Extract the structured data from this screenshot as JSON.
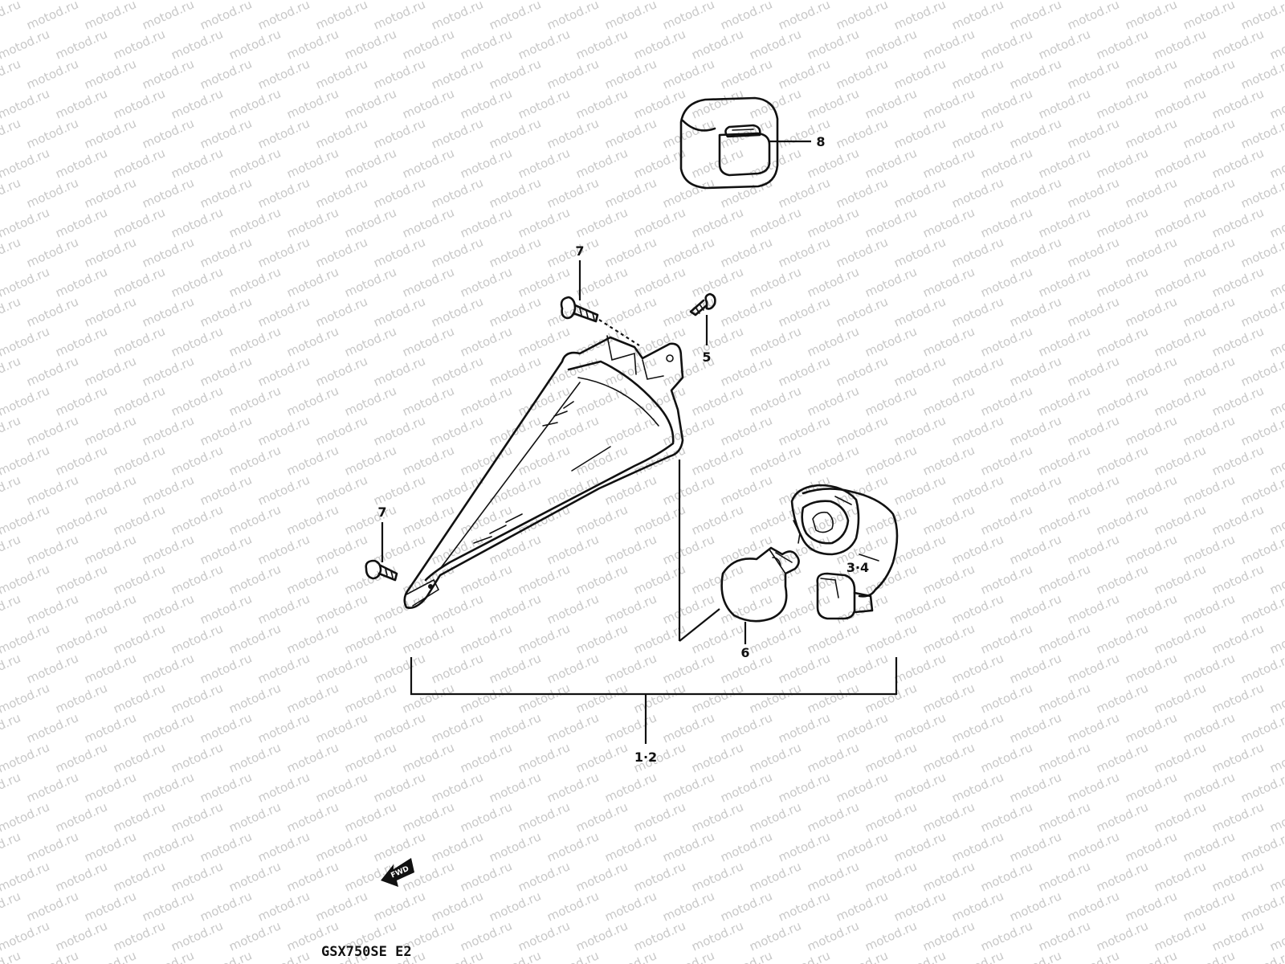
{
  "watermark": {
    "text": "motod.ru",
    "color": "#c8c8c8"
  },
  "callouts": {
    "relay": "8",
    "screw_top": "7",
    "screw_right": "5",
    "screw_left": "7",
    "socket": "3·4",
    "bulb": "6",
    "assembly": "1·2"
  },
  "forward_mark": "FWD",
  "model_label": "GSX750SE  E2"
}
